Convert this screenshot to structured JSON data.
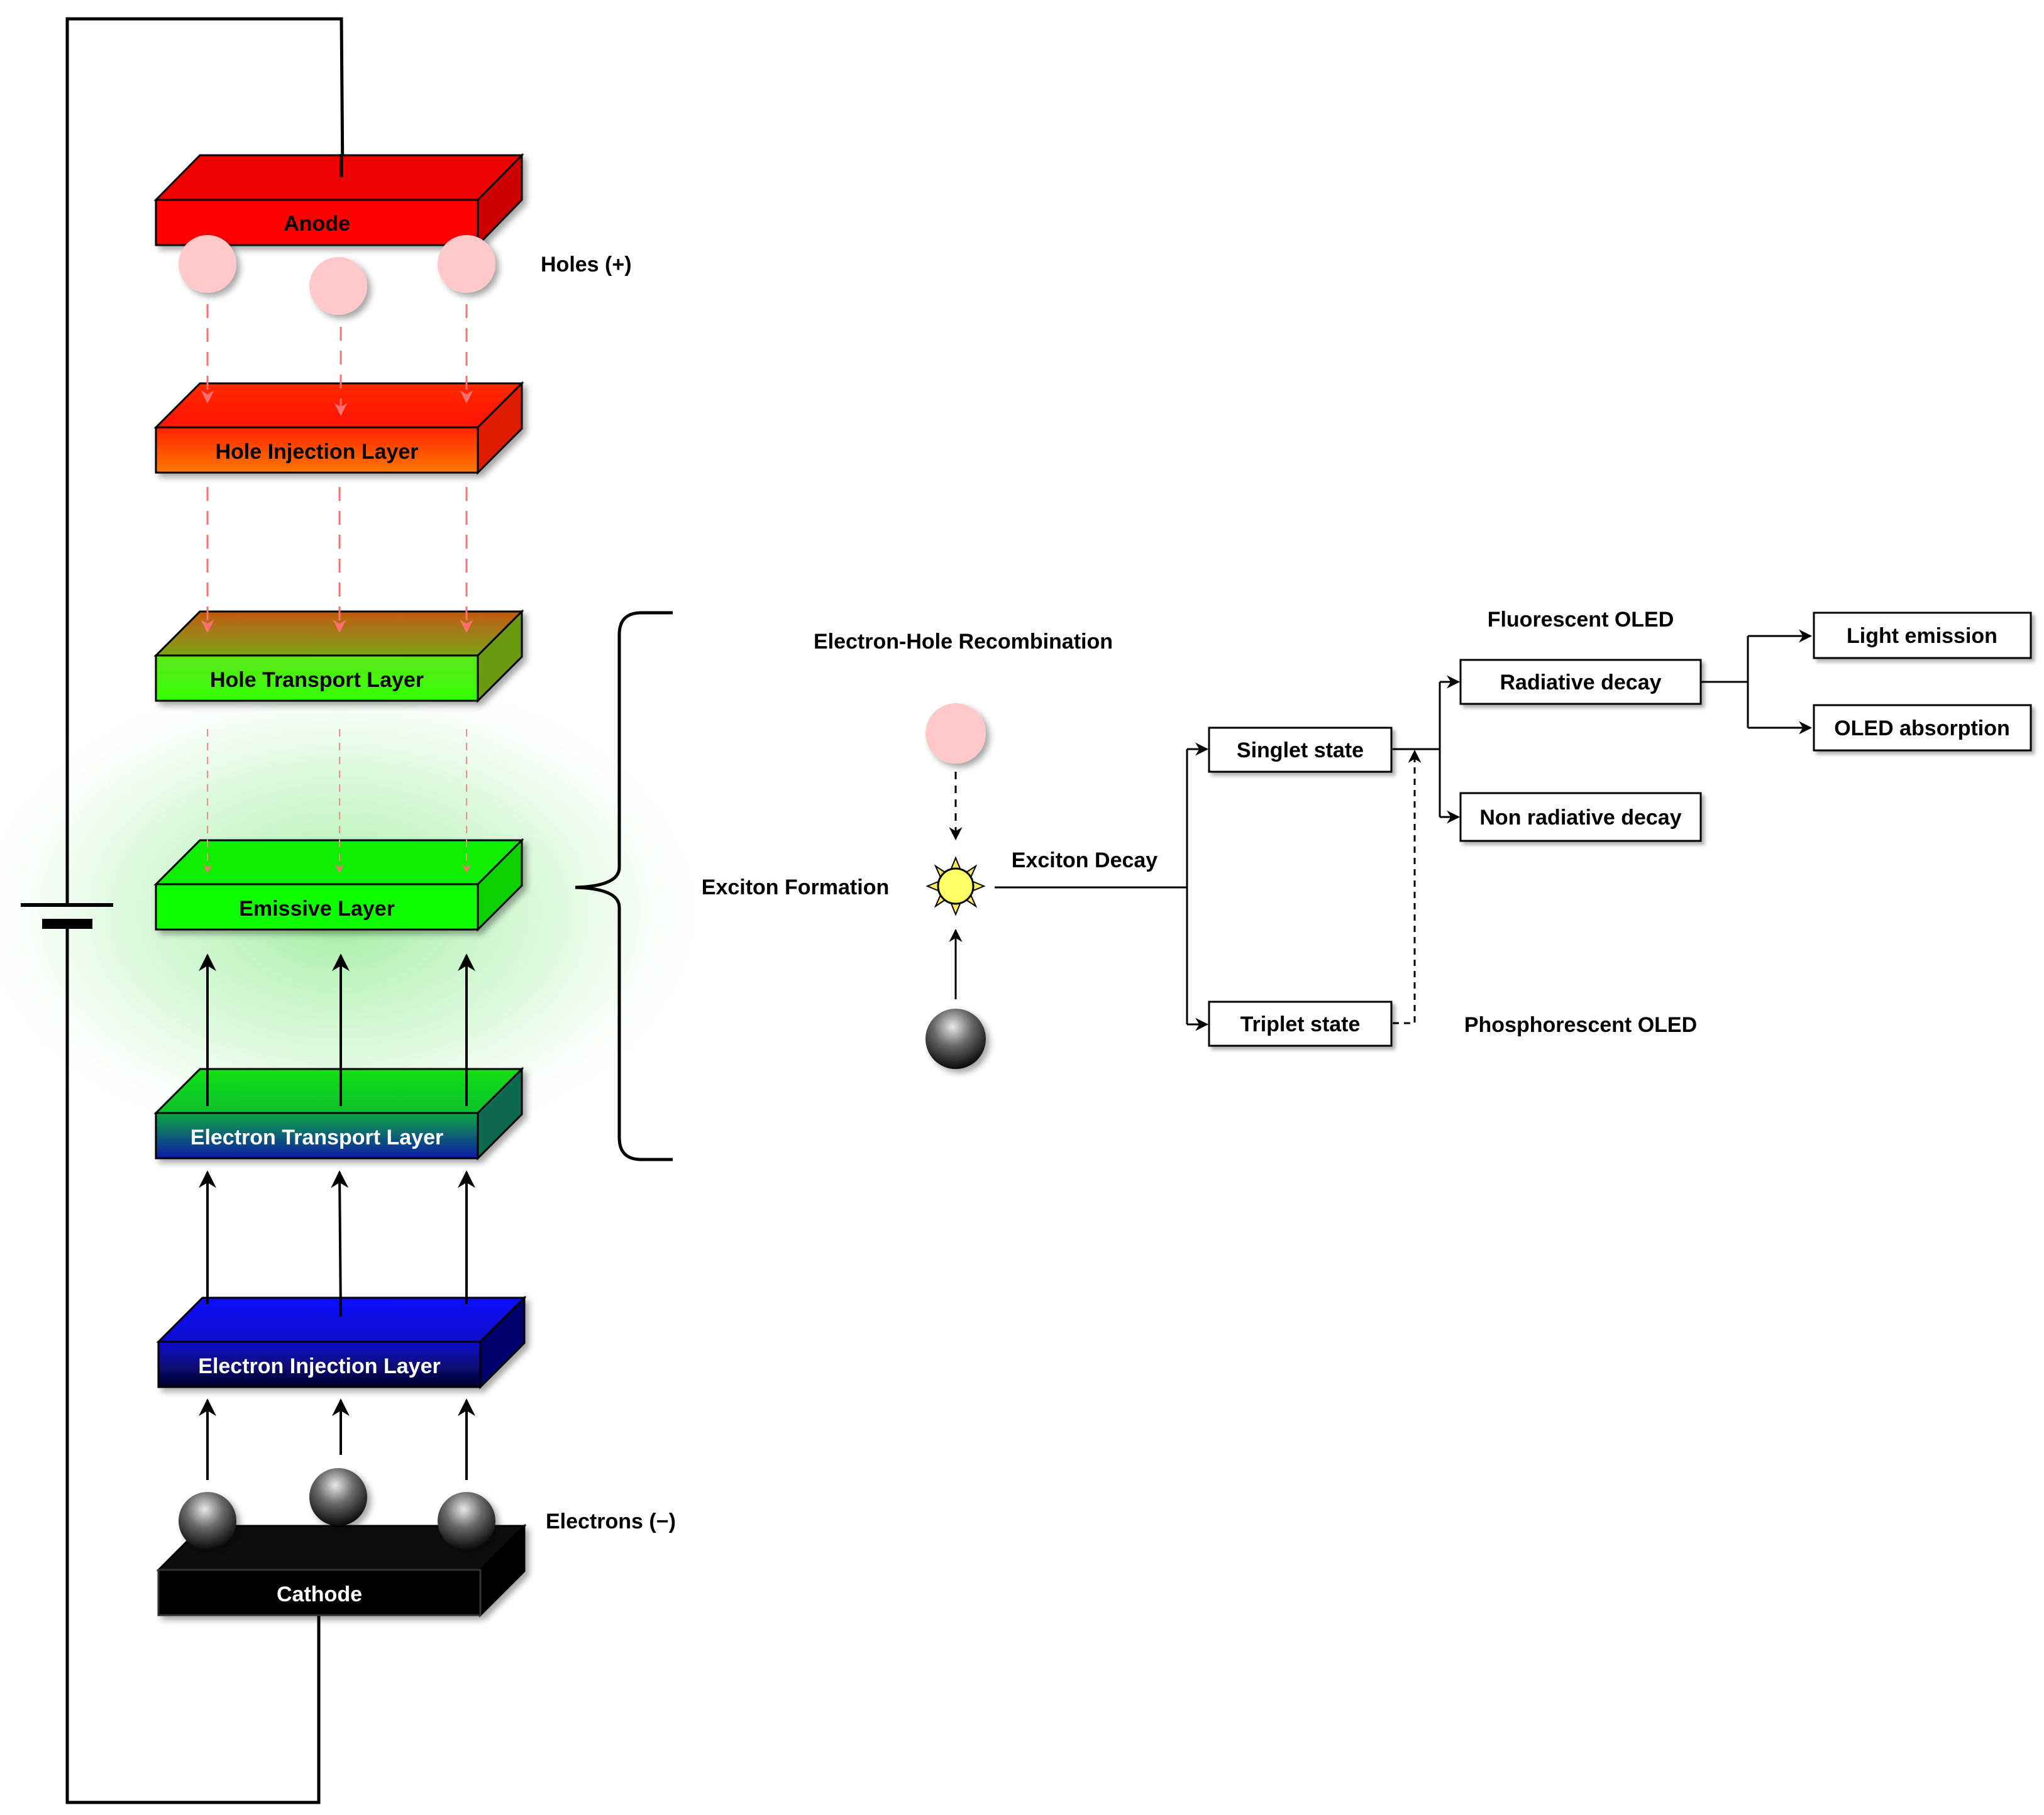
{
  "layers": {
    "anode": "Anode",
    "hole_injection": "Hole Injection Layer",
    "hole_transport": "Hole Transport Layer",
    "emissive": "Emissive Layer",
    "electron_transport": "Electron Transport Layer",
    "electron_injection": "Electron Injection Layer",
    "cathode": "Cathode"
  },
  "labels": {
    "holes": "Holes (+)",
    "electrons": "Electrons (−)",
    "recombination": "Electron-Hole Recombination",
    "exciton_formation": "Exciton Formation",
    "exciton_decay": "Exciton Decay",
    "fluorescent": "Fluorescent OLED",
    "phosphorescent": "Phosphorescent OLED"
  },
  "boxes": {
    "singlet": "Singlet state",
    "triplet": "Triplet state",
    "radiative": "Radiative decay",
    "non_radiative": "Non radiative decay",
    "light_emission": "Light emission",
    "oled_absorption": "OLED absorption"
  },
  "colors": {
    "anode": "#ff0000",
    "hole_injection_top": "#ff2200",
    "hole_injection_bottom": "#ff7a00",
    "hole_transport_top": "#b06a10",
    "hole_transport_bottom": "#33ff00",
    "emissive": "#11ff00",
    "electron_transport_top": "#10d020",
    "electron_transport_bottom": "#0a1aa8",
    "electron_injection_top": "#0a0aff",
    "electron_injection_bottom": "#05052a",
    "cathode": "#000000",
    "hole": "#ffc9c9",
    "exciton": "#ffff66",
    "glow": "#8ef08e"
  }
}
